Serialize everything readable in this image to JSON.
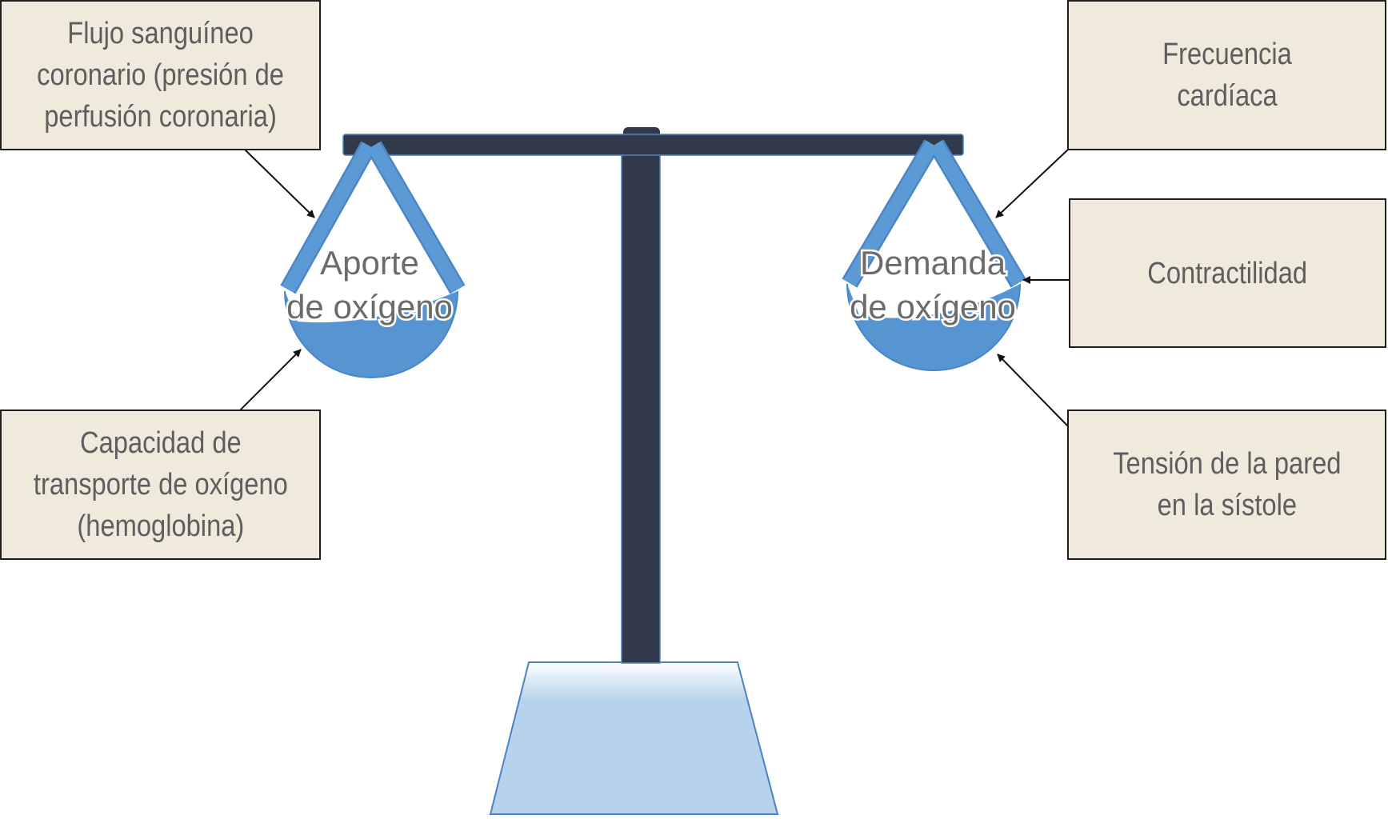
{
  "supply_factors": {
    "coronary_flow": "Flujo sanguíneo\ncoronario (presión de\nperfusión coronaria)",
    "oxygen_capacity": "Capacidad de\ntransporte de oxígeno\n(hemoglobina)"
  },
  "demand_factors": {
    "heart_rate": "Frecuencia\ncardíaca",
    "contractility": "Contractilidad",
    "wall_tension": "Tensión de la pared\nen la sístole"
  },
  "pans": {
    "supply_line1": "Aporte",
    "supply_line2": "de oxígeno",
    "demand_line1": "Demanda",
    "demand_line2": "de oxígeno"
  },
  "colors": {
    "box_fill": "#efeadb",
    "beam": "#303a4b",
    "pan": "#5795d2",
    "base": "#b7d2ec"
  }
}
